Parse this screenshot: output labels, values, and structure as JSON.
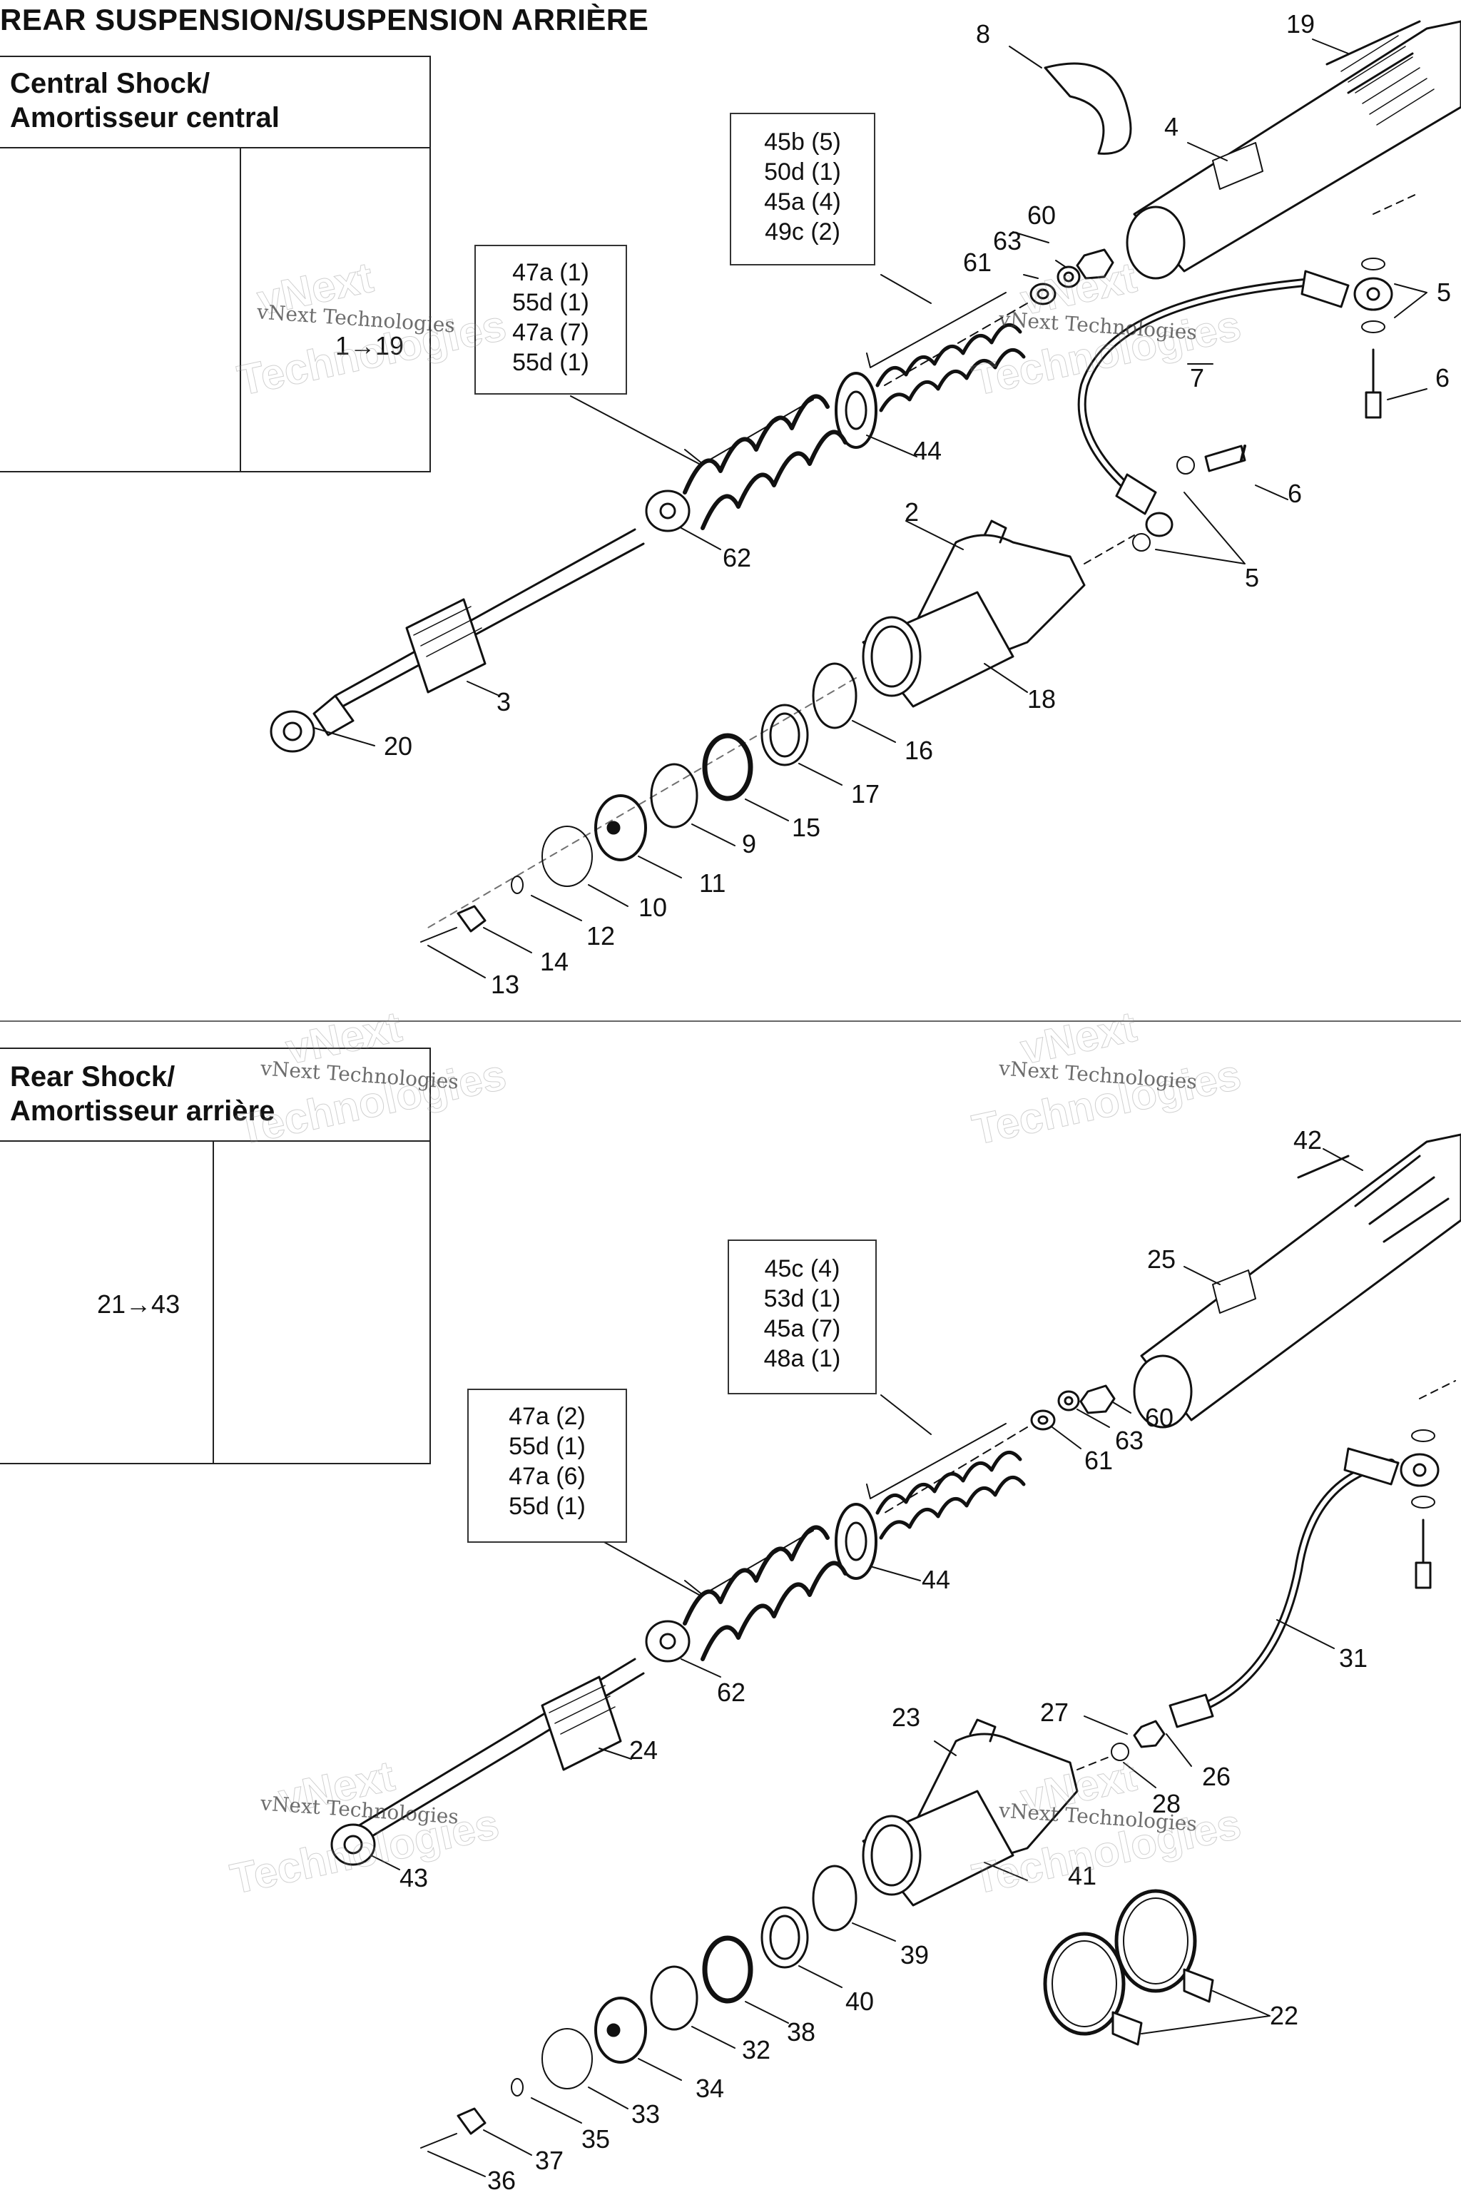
{
  "page": {
    "title": "REAR SUSPENSION/SUSPENSION ARRIÈRE"
  },
  "watermark": {
    "line1": "vNext",
    "line2": "Technologies",
    "small": "vNext Technologies"
  },
  "central_shock": {
    "inset_title_1": "Central Shock/",
    "inset_title_2": "Amortisseur central",
    "inset_range": "1→19",
    "spring_set_large": [
      "47a (1)",
      "55d (1)",
      "47a (7)",
      "55d (1)"
    ],
    "spring_set_small": [
      "45b (5)",
      "50d (1)",
      "45a (4)",
      "49c (2)"
    ],
    "callouts": [
      "8",
      "19",
      "4",
      "60",
      "63",
      "61",
      "5",
      "6",
      "7",
      "44",
      "6",
      "2",
      "5",
      "62",
      "3",
      "20",
      "18",
      "16",
      "17",
      "15",
      "9",
      "11",
      "10",
      "12",
      "14",
      "13"
    ]
  },
  "rear_shock": {
    "inset_title_1": "Rear Shock/",
    "inset_title_2": "Amortisseur arrière",
    "inset_range": "21→43",
    "spring_set_small": [
      "45c (4)",
      "53d (1)",
      "45a (7)",
      "48a (1)"
    ],
    "spring_set_large": [
      "47a (2)",
      "55d (1)",
      "47a (6)",
      "55d (1)"
    ],
    "callouts": [
      "42",
      "25",
      "60",
      "63",
      "61",
      "44",
      "31",
      "62",
      "24",
      "27",
      "23",
      "26",
      "28",
      "43",
      "41",
      "39",
      "40",
      "38",
      "32",
      "22",
      "34",
      "33",
      "35",
      "37",
      "36"
    ]
  }
}
